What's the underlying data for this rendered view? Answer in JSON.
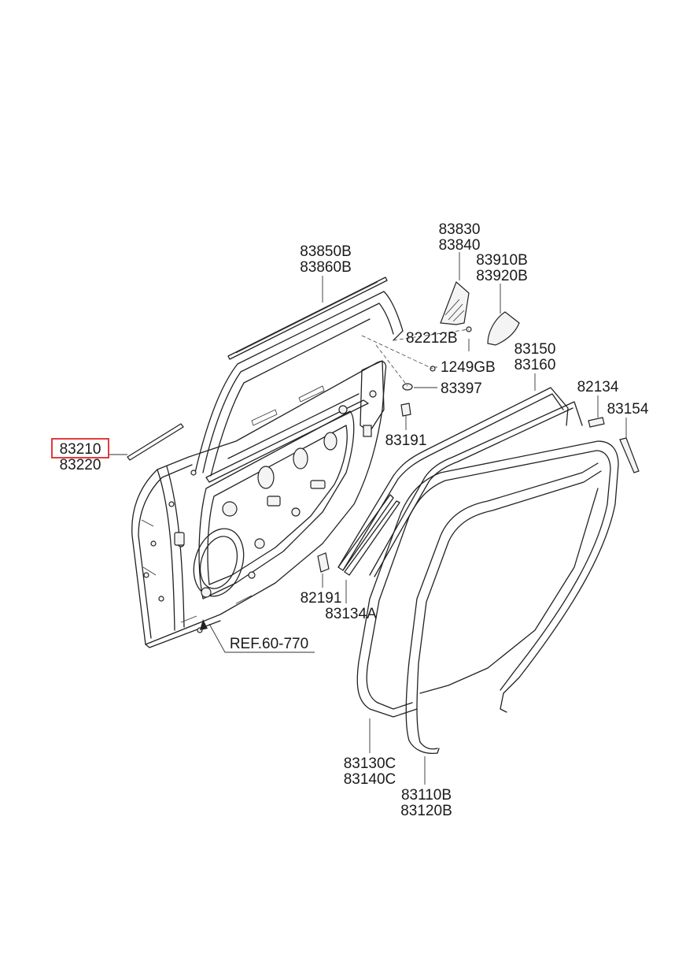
{
  "labels": {
    "l83850": [
      "83850B",
      "83860B"
    ],
    "l83830": [
      "83830",
      "83840"
    ],
    "l83910": [
      "83910B",
      "83920B"
    ],
    "l82212": [
      "82212B"
    ],
    "l1249": [
      "1249GB"
    ],
    "l83397": [
      "83397"
    ],
    "l83150": [
      "83150",
      "83160"
    ],
    "l82134": [
      "82134"
    ],
    "l83154": [
      "83154"
    ],
    "l83191": [
      "83191"
    ],
    "l83210": [
      "83210",
      "83220"
    ],
    "l82191": [
      "82191"
    ],
    "l83134": [
      "83134A"
    ],
    "lref": [
      "REF.60-770"
    ],
    "l83130": [
      "83130C",
      "83140C"
    ],
    "l83110": [
      "83110B",
      "83120B"
    ]
  },
  "highlight_color": "#e0262b"
}
